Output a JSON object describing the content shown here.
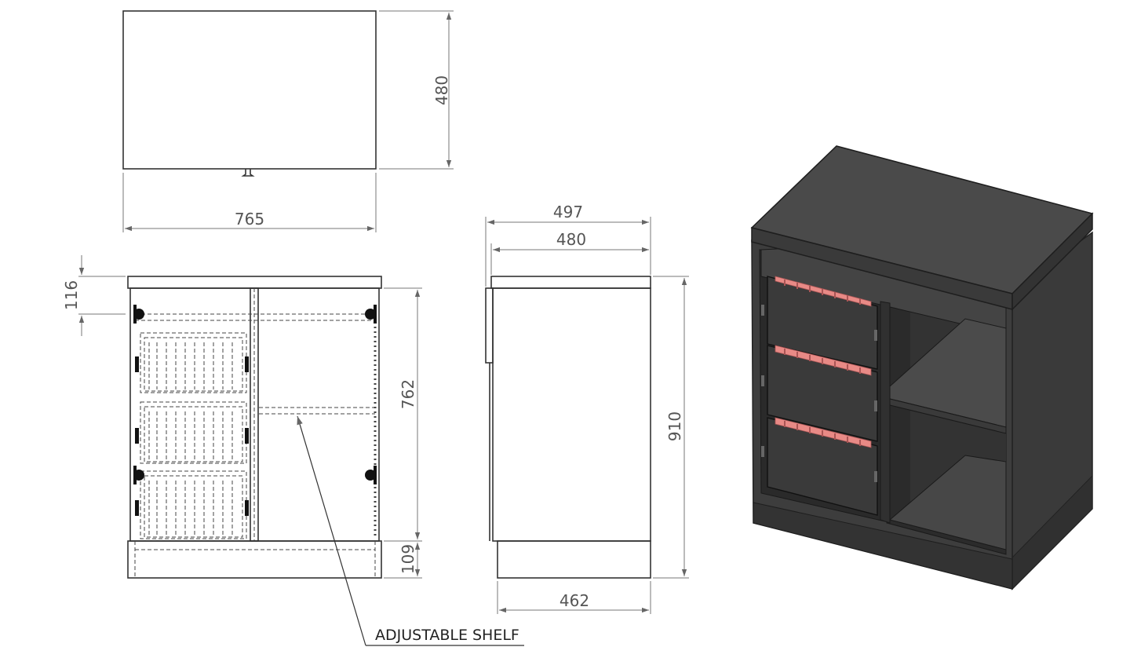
{
  "dimensions": {
    "top_view_depth": "480",
    "top_view_width": "765",
    "front_top_height": "116",
    "front_body_height": "762",
    "front_plinth_height": "109",
    "side_total_depth": "497",
    "side_carcass_depth": "480",
    "side_total_height": "910",
    "side_plinth_depth": "462"
  },
  "annotations": {
    "adjustable_shelf": "ADJUSTABLE SHELF"
  },
  "colors": {
    "line": "#333333",
    "dimension": "#777777",
    "cabinet_body": "#3b3b3b",
    "cabinet_top": "#4a4a4a",
    "drawer_handle": "#e88a86"
  }
}
